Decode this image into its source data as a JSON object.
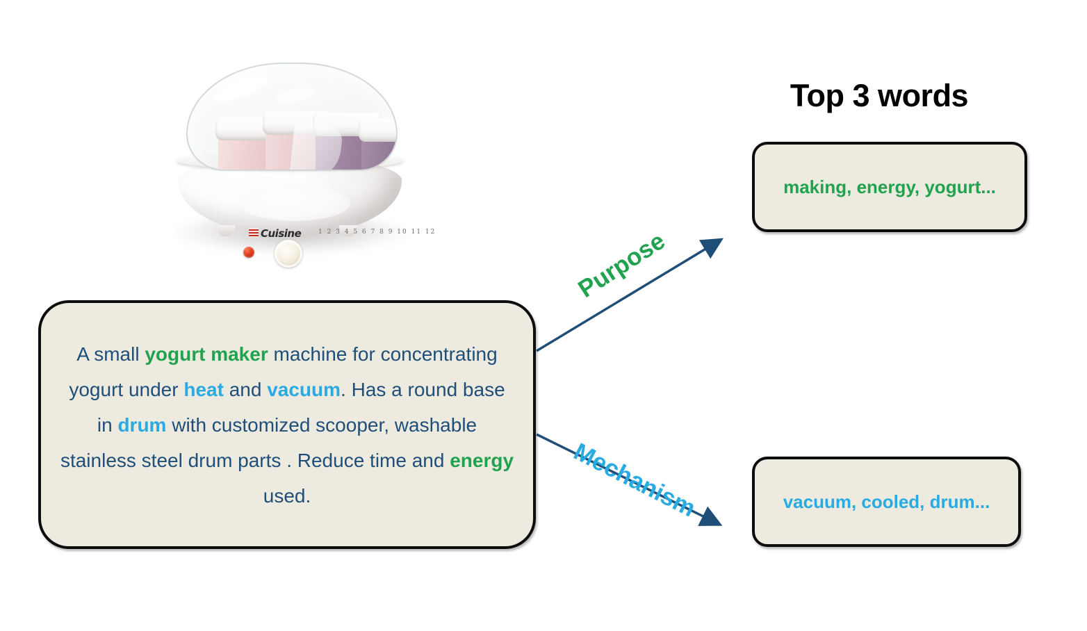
{
  "title": "Top 3 words",
  "product": {
    "name": "yogurt-maker-photo",
    "brand": "Cuisine",
    "scale": "1 2 3 4 5 6 7 8 9 10 11 12"
  },
  "description": {
    "segments": [
      {
        "text": "A small ",
        "style": "normal"
      },
      {
        "text": "yogurt maker",
        "style": "green"
      },
      {
        "text": " machine for concentrating yogurt under ",
        "style": "normal"
      },
      {
        "text": "heat",
        "style": "blue"
      },
      {
        "text": " and ",
        "style": "normal"
      },
      {
        "text": "vacuum",
        "style": "blue"
      },
      {
        "text": ". Has a round base in ",
        "style": "normal"
      },
      {
        "text": "drum",
        "style": "blue"
      },
      {
        "text": " with customized scooper, washable stainless steel drum parts . Reduce time and ",
        "style": "normal"
      },
      {
        "text": "energy",
        "style": "green"
      },
      {
        "text": " used.",
        "style": "normal"
      }
    ],
    "full_text": "A small yogurt maker machine for concentrating yogurt under heat and vacuum. Has a round base in drum with customized scooper, washable stainless steel drum parts . Reduce time and energy used."
  },
  "arrows": [
    {
      "label": "Purpose",
      "color": "#21A24F",
      "direction": "up-right"
    },
    {
      "label": "Mechanism",
      "color": "#29ABE2",
      "direction": "down-right"
    }
  ],
  "boxes": {
    "purpose": {
      "label": "Purpose",
      "words": "making, energy, yogurt...",
      "color": "#21A24F"
    },
    "mechanism": {
      "label": "Mechanism",
      "words": "vacuum, cooled, drum...",
      "color": "#29ABE2"
    }
  },
  "colors": {
    "green": "#21A24F",
    "blue": "#29ABE2",
    "body_text": "#1F4E79",
    "box_fill": "#EDEBDF",
    "box_border": "#0D0D0D",
    "arrow_line": "#1F4E79"
  }
}
